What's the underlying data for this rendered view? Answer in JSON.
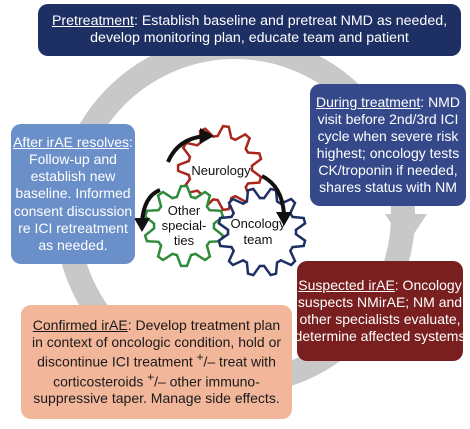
{
  "gears": {
    "neurology": {
      "label": "Neurology",
      "color": "#a8261c"
    },
    "other": {
      "lines": [
        "Other",
        "special-",
        "ties"
      ],
      "color": "#2f8b3a"
    },
    "oncology": {
      "lines": [
        "Oncology",
        "team"
      ],
      "color": "#1e2f63"
    }
  },
  "boxes": {
    "pretreatment": {
      "title": "Pretreatment",
      "line1_rest": ": Establish baseline and pretreat NMD as needed,",
      "line2": "develop monitoring plan, educate team and patient"
    },
    "during": {
      "title": "During treatment",
      "line1_rest": ": NMD",
      "lines": [
        "visit before 2nd/3rd ICI",
        "cycle when severe risk",
        "highest; oncology tests",
        "CK/troponin if needed,",
        "shares status with NM"
      ]
    },
    "after": {
      "title": "After irAE resolves",
      "title_suffix": ":",
      "lines": [
        "Follow-up and",
        "establish new",
        "baseline. Informed",
        "consent discussion",
        "re ICI retreatment",
        "as needed."
      ]
    },
    "suspected": {
      "title": "Suspected irAE",
      "line1_rest": ": Oncology",
      "lines": [
        "suspects NMirAE; NM and",
        "other specialists evaluate,",
        "determine affected systems"
      ]
    },
    "confirmed": {
      "title": "Confirmed irAE",
      "line1_rest": ":  Develop treatment plan",
      "lines": [
        "in context of oncologic condition, hold or"
      ],
      "line3_a": "discontinue ICI treatment ",
      "line3_sup": "+",
      "line3_b": "/– treat with",
      "line4_a": "corticosteroids ",
      "line4_sup": "+",
      "line4_b": "/– other immuno-",
      "line5": "suppressive taper. Manage side effects."
    }
  },
  "colors": {
    "cycle_arrow": "#c8c8c8",
    "pretreatment": "#1e2f63",
    "during": "#35498a",
    "after": "#6b8fc8",
    "suspected": "#7a1f1f",
    "confirmed": "#f2b69a"
  }
}
